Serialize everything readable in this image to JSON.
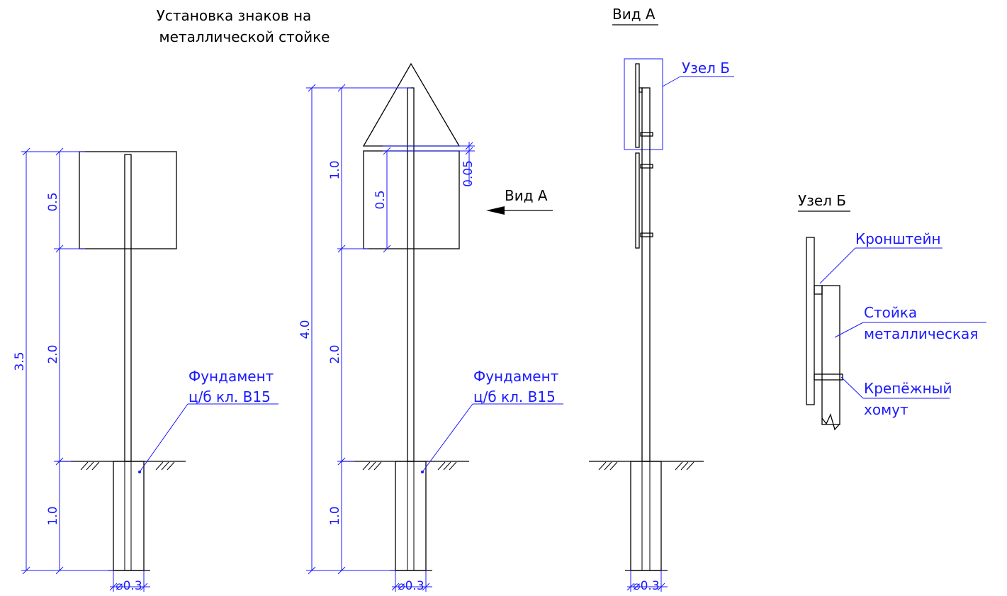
{
  "title_line1": "Установка знаков на",
  "title_line2": "металлической стойке",
  "view_a_title": "Вид А",
  "view_a_arrow": "Вид А",
  "node_b_title": "Узел Б",
  "node_b_callout": "Узел Б",
  "foundation_line1": "Фундамент",
  "foundation_line2": "ц/б кл. В15",
  "bracket": "Кронштейн",
  "post_line1": "Стойка",
  "post_line2": "металлическая",
  "clamp_line1": "Крепёжный",
  "clamp_line2": "хомут",
  "dims": {
    "sign1_height": "0.5",
    "sign1_clear": "2.0",
    "sign1_total": "3.5",
    "sign1_depth": "1.0",
    "sign2_total": "4.0",
    "sign2_top": "1.0",
    "sign2_gap": "0.05",
    "sign2_plate": "0.5",
    "sign2_clear": "2.0",
    "sign2_depth": "1.0",
    "diameter": "⌀0.3"
  },
  "colors": {
    "dimension": "#1a1aff",
    "line": "#000000"
  }
}
